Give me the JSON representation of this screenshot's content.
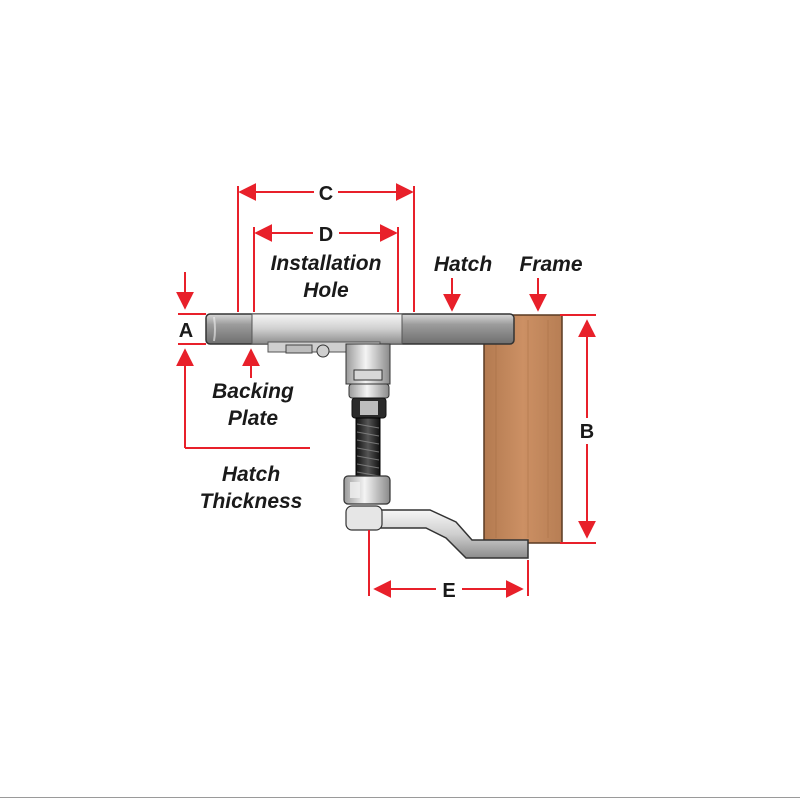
{
  "labels": {
    "dim_c": "C",
    "dim_d": "D",
    "installation_line1": "Installation",
    "installation_line2": "Hole",
    "hatch": "Hatch",
    "frame": "Frame",
    "dim_a": "A",
    "dim_b": "B",
    "backing_line1": "Backing",
    "backing_line2": "Plate",
    "hatch_thickness_line1": "Hatch",
    "hatch_thickness_line2": "Thickness",
    "dim_e": "E"
  },
  "colors": {
    "dimension_red": "#e8202a",
    "frame_wood": "#c68a5e",
    "metal_light": "#e4e4e4",
    "metal_dark": "#7a7a7a",
    "outline": "#222222"
  }
}
